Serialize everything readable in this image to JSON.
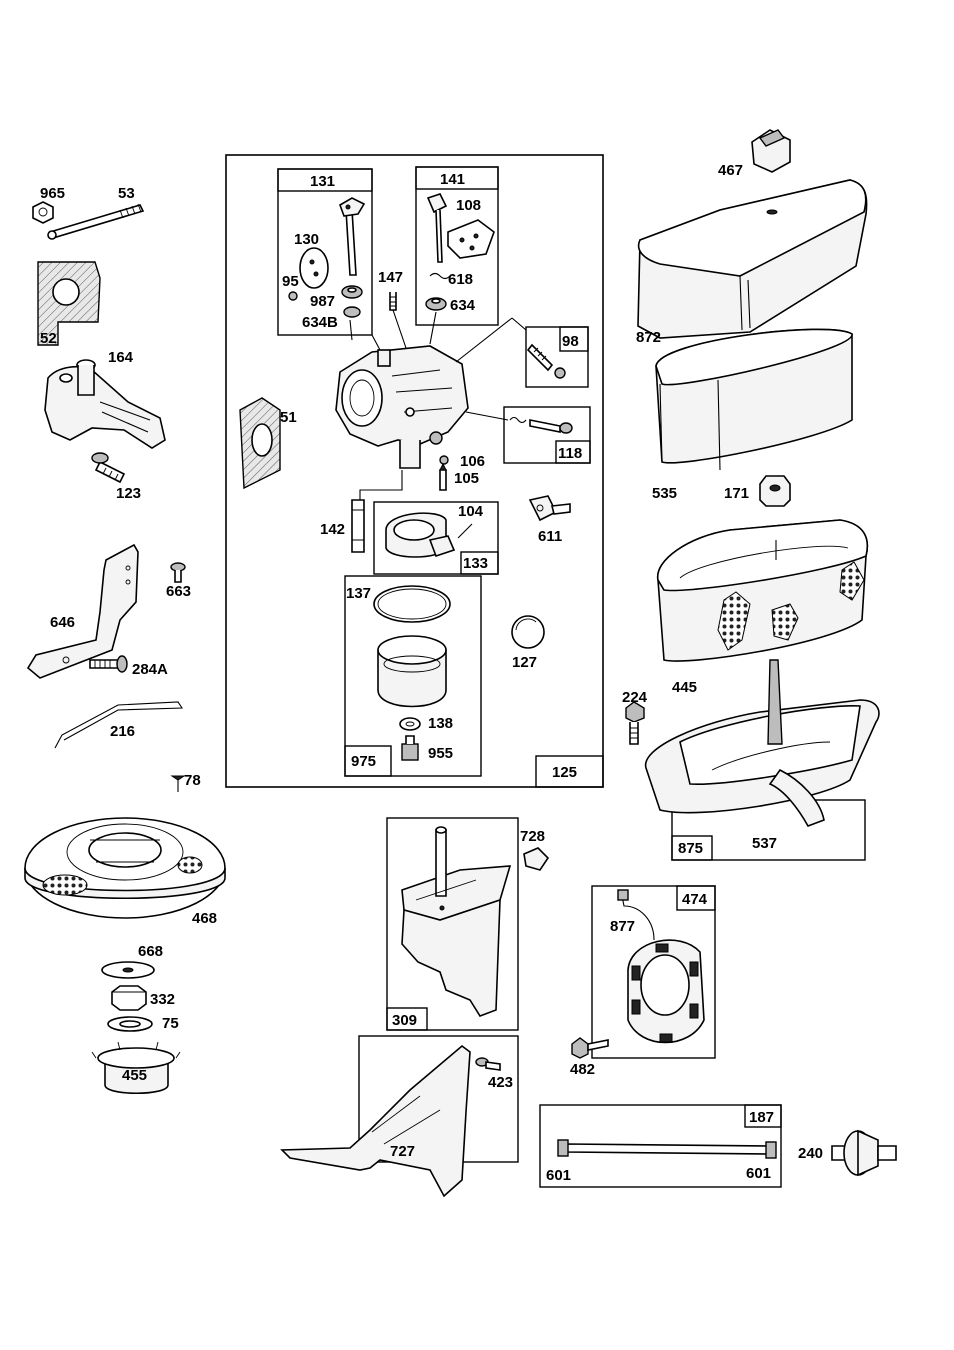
{
  "callouts": {
    "c965": "965",
    "c53": "53",
    "c52": "52",
    "c164": "164",
    "c123": "123",
    "c646": "646",
    "c663": "663",
    "c284A": "284A",
    "c216": "216",
    "c78": "78",
    "c468": "468",
    "c668": "668",
    "c332": "332",
    "c75": "75",
    "c455": "455",
    "c131": "131",
    "c130": "130",
    "c95": "95",
    "c987": "987",
    "c634B": "634B",
    "c147": "147",
    "c141": "141",
    "c108": "108",
    "c618": "618",
    "c634": "634",
    "c98": "98",
    "c51": "51",
    "c118": "118",
    "c106": "106",
    "c105": "105",
    "c142": "142",
    "c104": "104",
    "c133": "133",
    "c611": "611",
    "c137": "137",
    "c127": "127",
    "c138": "138",
    "c955": "955",
    "c975": "975",
    "c125": "125",
    "c467": "467",
    "c872": "872",
    "c535": "535",
    "c171": "171",
    "c445": "445",
    "c224": "224",
    "c875": "875",
    "c537": "537",
    "c728": "728",
    "c309": "309",
    "c474": "474",
    "c877": "877",
    "c482": "482",
    "c423": "423",
    "c727": "727",
    "c187": "187",
    "c601a": "601",
    "c601b": "601",
    "c240": "240"
  },
  "icons": {
    "carburetor": "carburetor-icon",
    "air-filter-cover": "air-filter-cover-icon",
    "air-filter": "air-filter-icon",
    "blower-housing": "blower-housing-icon",
    "alternator": "alternator-icon",
    "fuel-filter": "fuel-filter-icon"
  },
  "colors": {
    "ink": "#000000",
    "paper": "#ffffff"
  }
}
